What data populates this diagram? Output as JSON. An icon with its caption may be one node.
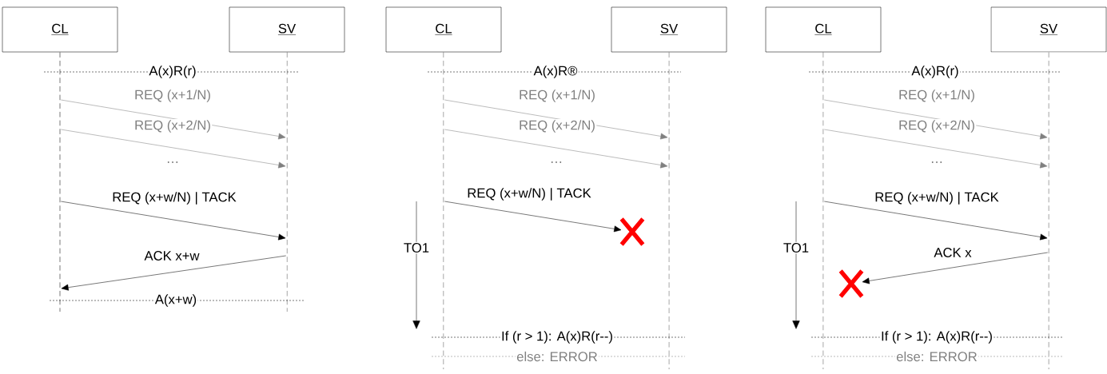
{
  "diagram": {
    "nodes": [
      {
        "text": [
          "CL"
        ]
      },
      {
        "text": [
          "SV"
        ]
      },
      {
        "text": [],
        "shape": "line"
      },
      {
        "text": [],
        "shape": "line"
      },
      {
        "text": [
          "CL"
        ]
      },
      {
        "text": [
          "SV"
        ]
      },
      {
        "text": [],
        "shape": "line"
      },
      {
        "text": [],
        "shape": "line"
      },
      {
        "text": [],
        "shape": "cross"
      },
      {
        "text": [
          "CL"
        ]
      },
      {
        "text": [
          "SV"
        ]
      },
      {
        "text": [],
        "shape": "line"
      },
      {
        "text": [],
        "shape": "line"
      },
      {
        "text": [],
        "shape": "cross"
      }
    ],
    "edges": [
      {
        "from": 2,
        "to": 3,
        "arrow": "to",
        "label": "REQ (x+1/N)"
      },
      {
        "from": 2,
        "to": 3,
        "arrow": "to",
        "label": "REQ (x+2/N)"
      },
      {
        "from": 2,
        "to": 3,
        "arrow": "to",
        "label": "REQ (x+w/N) | TACK",
        "color": "#000000"
      },
      {
        "from": 3,
        "to": 2,
        "arrow": "to",
        "label": "ACK x+w",
        "color": "#000000"
      },
      {
        "from": 6,
        "to": 7,
        "arrow": "to",
        "label": "REQ (x+1/N)"
      },
      {
        "from": 6,
        "to": 7,
        "arrow": "to",
        "label": "REQ (x+2/N)"
      },
      {
        "from": 6,
        "to": 8,
        "arrow": "to",
        "label": "REQ (x+w/N) | TACK",
        "color": "#000000"
      },
      {
        "from": 11,
        "to": 12,
        "arrow": "to",
        "label": "REQ (x+1/N)"
      },
      {
        "from": 11,
        "to": 12,
        "arrow": "to",
        "label": "REQ (x+2/N)"
      },
      {
        "from": 11,
        "to": 12,
        "arrow": "to",
        "label": "REQ (x+w/N) | TACK",
        "color": "#000000"
      },
      {
        "from": 12,
        "to": 13,
        "arrow": "to",
        "label": "ACK x",
        "color": "#000000"
      }
    ],
    "labels": [
      "A(x)R(r)",
      "…",
      "A(x+w)",
      "A(x)R®",
      "…",
      "TO1",
      "If (r > 1): A(x)R(r--)",
      "else: ERROR",
      "A(x)R(r)",
      "…",
      "TO1",
      "If (r > 1): A(x)R(r--)",
      "else: ERROR"
    ]
  }
}
